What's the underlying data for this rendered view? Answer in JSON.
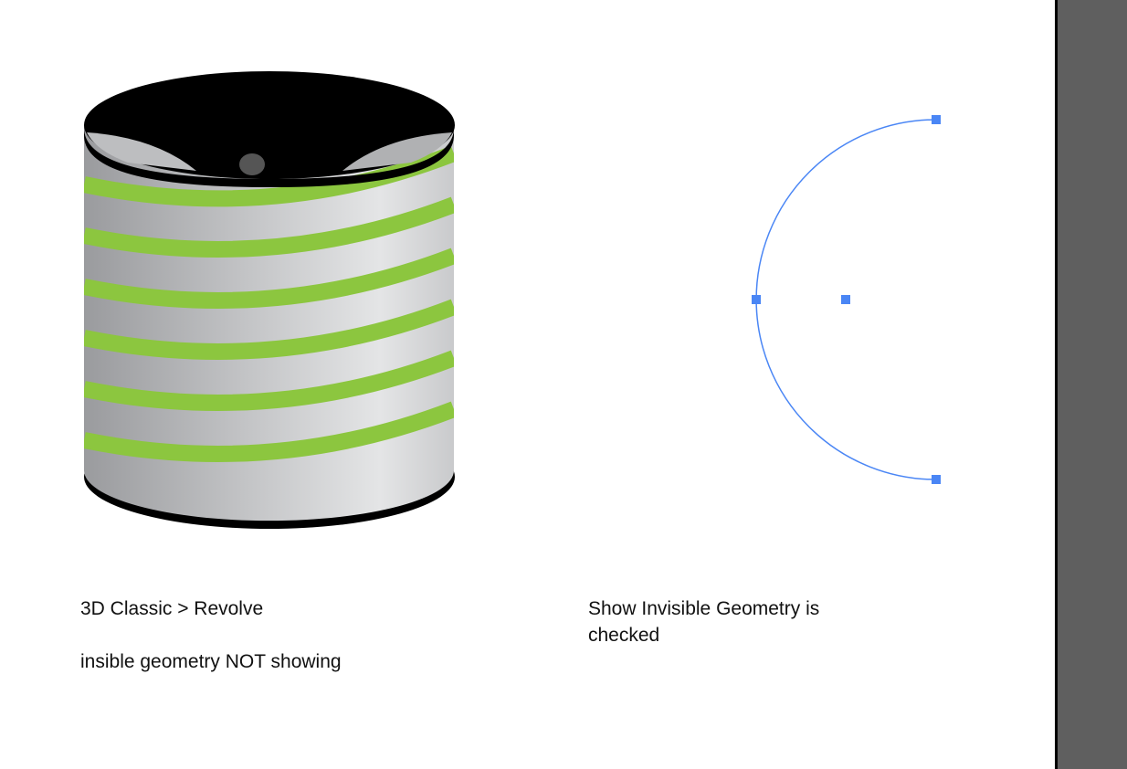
{
  "left_caption": {
    "line1": "3D Classic > Revolve",
    "line2": "insible geometry NOT showing"
  },
  "right_caption": {
    "line1": "Show Invisible Geometry is",
    "line2": "checked"
  },
  "colors": {
    "stripe": "#8cc63f",
    "anchor": "#4a86f5",
    "panel": "#5f5f5f"
  }
}
